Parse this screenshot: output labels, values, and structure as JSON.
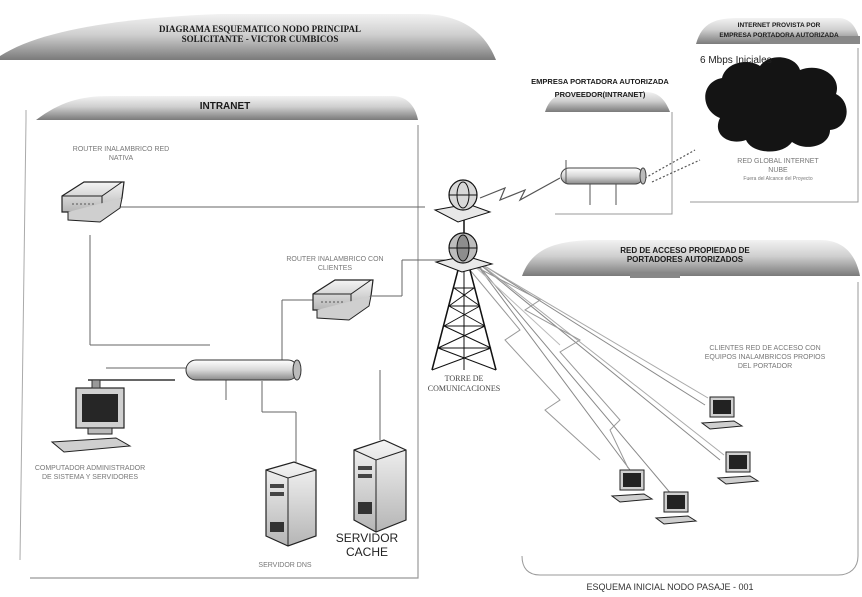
{
  "main_title": {
    "line1": "DIAGRAMA ESQUEMATICO NODO PRINCIPAL",
    "line2": "SOLICITANTE - VICTOR CUMBICOS"
  },
  "intranet": {
    "title": "INTRANET",
    "router_label": "ROUTER INALAMBRICO RED NATIVA",
    "switch_label": "ROUTER INALAMBRICO CON CLIENTES",
    "pc_label": "COMPUTADOR ADMINISTRADOR DE SISTEMA Y SERVIDORES",
    "server_label": "SERVIDOR DNS",
    "cache_label_line1": "SERVIDOR",
    "cache_label_line2": "CACHE"
  },
  "carrier": {
    "line1": "EMPRESA PORTADORA AUTORIZADA",
    "line2": "PROVEEDOR(INTRANET)"
  },
  "internet": {
    "title_line1": "INTERNET PROVISTA POR",
    "title_line2": "EMPRESA PORTADORA AUTORIZADA",
    "speed": "6 Mbps Iniciales",
    "cloud_label_line1": "RED GLOBAL INTERNET",
    "cloud_label_line2": "NUBE",
    "cloud_note": "Fuera del Alcance del Proyecto"
  },
  "tower_label_line1": "TORRE DE",
  "tower_label_line2": "COMUNICACIONES",
  "access": {
    "title_line1": "RED DE ACCESO PROPIEDAD DE",
    "title_line2": "PORTADORES AUTORIZADOS",
    "note": "CLIENTES RED DE ACCESO CON EQUIPOS INALAMBRICOS PROPIOS DEL PORTADOR"
  },
  "caption": "ESQUEMA INICIAL  NODO PASAJE - 001",
  "colors": {
    "banner_light": "#e8e8e8",
    "banner_dark": "#7d7d7d",
    "cloud": "#141414",
    "line": "#555555"
  }
}
